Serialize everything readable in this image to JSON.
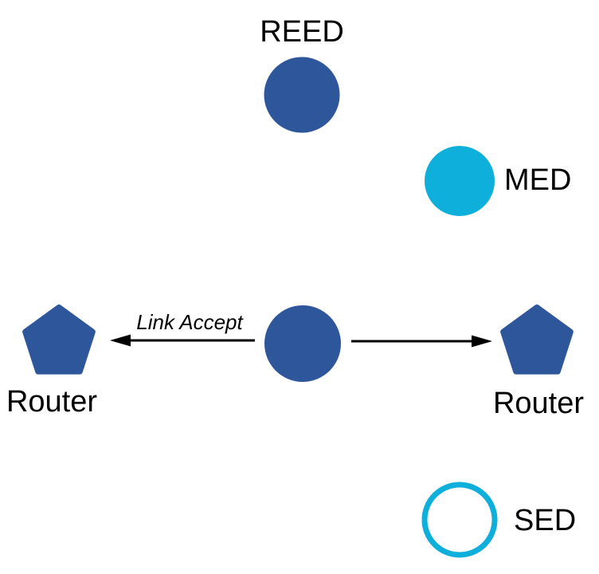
{
  "colors": {
    "node_blue": "#2E579B",
    "device_cyan": "#0FAFDC",
    "edge_black": "#000000",
    "background": "#FFFFFF"
  },
  "nodes": {
    "reed": {
      "label": "REED",
      "shape": "circle",
      "fill": "#2E579B"
    },
    "med": {
      "label": "MED",
      "shape": "circle",
      "fill": "#0FAFDC"
    },
    "center": {
      "label": "",
      "shape": "circle",
      "fill": "#2E579B"
    },
    "router_left": {
      "label": "Router",
      "shape": "pentagon",
      "fill": "#2E579B"
    },
    "router_right": {
      "label": "Router",
      "shape": "pentagon",
      "fill": "#2E579B"
    },
    "sed": {
      "label": "SED",
      "shape": "circle-outline",
      "stroke": "#0FAFDC"
    }
  },
  "edges": {
    "to_router_left": {
      "label": "Link Accept",
      "direction": "left"
    },
    "to_router_right": {
      "label": "",
      "direction": "right"
    }
  }
}
